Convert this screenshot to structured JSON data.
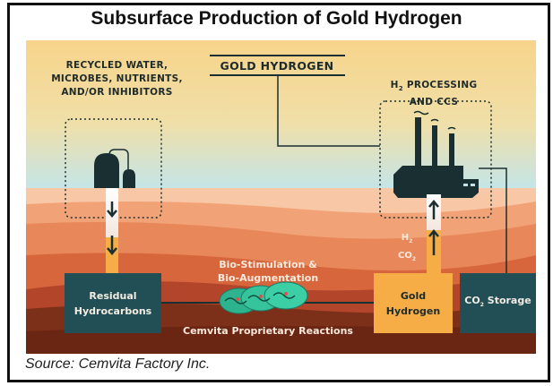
{
  "title": "Subsurface Production of Gold Hydrogen",
  "diagram": {
    "center_header": "GOLD HYDROGEN",
    "left_label": [
      "RECYCLED WATER,",
      "MICROBES, NUTRIENTS,",
      "AND/OR INHIBITORS"
    ],
    "right_label": {
      "line1_prefix": "H",
      "line1_sub": "2",
      "line1_suffix": " PROCESSING",
      "line2": "AND CCS"
    },
    "gas_labels": {
      "h2": "H",
      "h2_sub": "2",
      "co2": "CO",
      "co2_sub": "2"
    },
    "process_label": [
      "Bio-Stimulation &",
      "Bio-Augmentation"
    ],
    "reactions_label": "Cemvita Proprietary Reactions",
    "boxes": {
      "residual": [
        "Residual",
        "Hydrocarbons"
      ],
      "gold": [
        "Gold",
        "Hydrogen"
      ],
      "storage": {
        "prefix": "CO",
        "sub": "2",
        "suffix": "Storage"
      }
    },
    "colors": {
      "teal": "#214f55",
      "gold": "#f6ad45",
      "dark": "#1a2f31"
    }
  },
  "source": "Source: Cemvita Factory Inc."
}
